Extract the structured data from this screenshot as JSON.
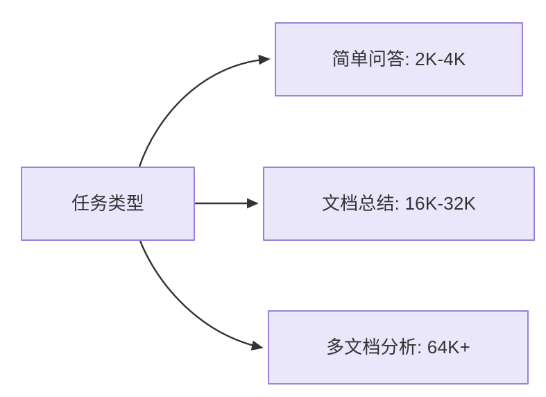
{
  "diagram": {
    "type": "flowchart",
    "direction": "left-to-right",
    "background_color": "#ffffff",
    "node_fill_color": "#eae7fb",
    "node_border_color": "#9c80da",
    "node_text_color": "#333333",
    "edge_color": "#333333",
    "root": {
      "id": "root",
      "label": "任务类型"
    },
    "nodes": [
      {
        "id": "simple-qa",
        "label": "简单问答: 2K-4K",
        "task": "简单问答",
        "context_length": "2K-4K"
      },
      {
        "id": "doc-sum",
        "label": "文档总结: 16K-32K",
        "task": "文档总结",
        "context_length": "16K-32K"
      },
      {
        "id": "multi-doc",
        "label": "多文档分析: 64K+",
        "task": "多文档分析",
        "context_length": "64K+"
      }
    ],
    "edges": [
      {
        "from": "root",
        "to": "simple-qa",
        "style": "curved",
        "arrow": "triangle",
        "label": ""
      },
      {
        "from": "root",
        "to": "doc-sum",
        "style": "straight",
        "arrow": "triangle",
        "label": ""
      },
      {
        "from": "root",
        "to": "multi-doc",
        "style": "curved",
        "arrow": "triangle",
        "label": ""
      }
    ]
  }
}
